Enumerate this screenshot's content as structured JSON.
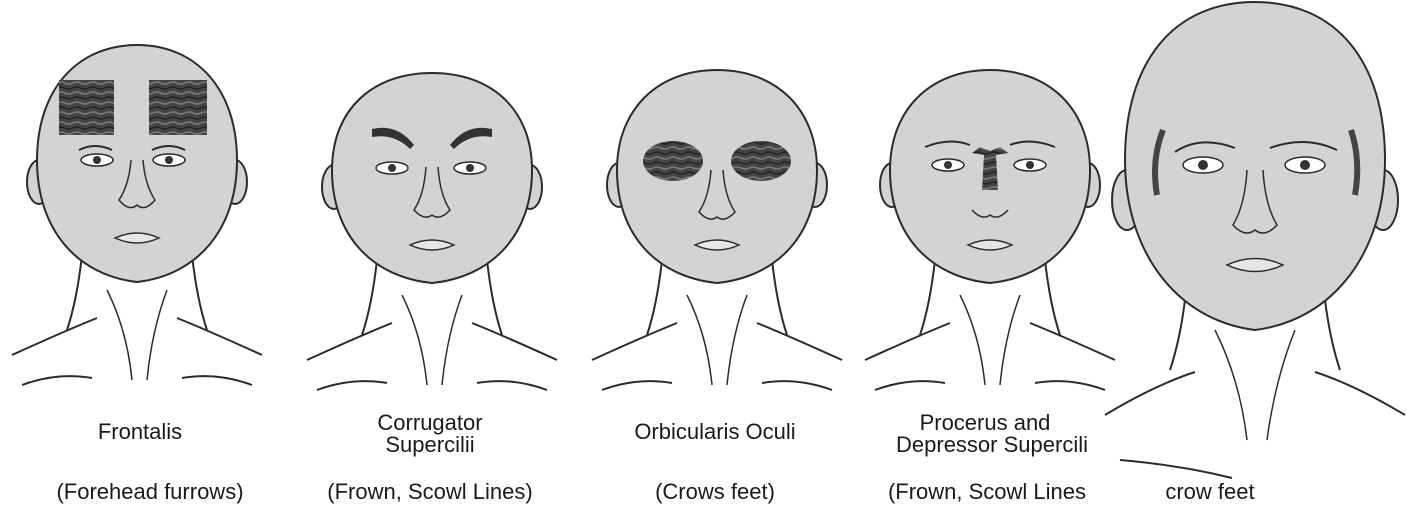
{
  "panels": [
    {
      "muscle": [
        "Frontalis"
      ],
      "effect": "(Forehead furrows)"
    },
    {
      "muscle": [
        "Corrugator",
        "Supercilii"
      ],
      "effect": "(Frown, Scowl Lines)"
    },
    {
      "muscle": [
        "Orbicularis Oculi"
      ],
      "effect": "(Crows feet)"
    },
    {
      "muscle": [
        "Procerus and",
        "Depressor Supercili"
      ],
      "effect": "(Frown, Scowl Lines"
    },
    {
      "muscle": [],
      "effect": "crow feet"
    }
  ],
  "colors": {
    "skin": "#d3d3d3",
    "outline": "#2b2b2b",
    "muscle_shading": "#3a3a3a"
  }
}
